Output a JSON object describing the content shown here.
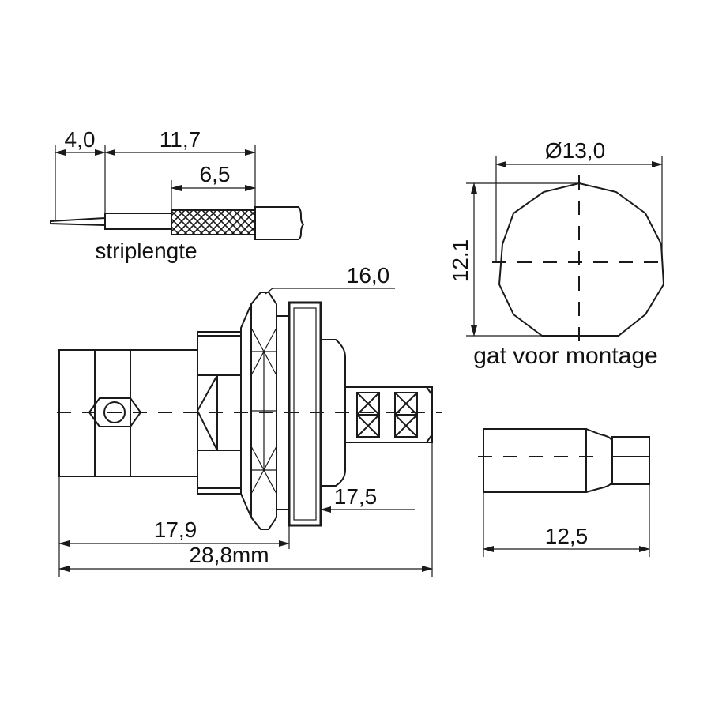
{
  "labels": {
    "strip_40": "4,0",
    "strip_117": "11,7",
    "strip_65": "6,5",
    "striplengte": "striplengte",
    "diameter": "Ø13,0",
    "height_121": "12.1",
    "gat_voor_montage": "gat voor montage",
    "nut_160": "16,0",
    "flange_175": "17,5",
    "len_179": "17,9",
    "len_288": "28,8mm",
    "ferrule_125": "12,5"
  }
}
